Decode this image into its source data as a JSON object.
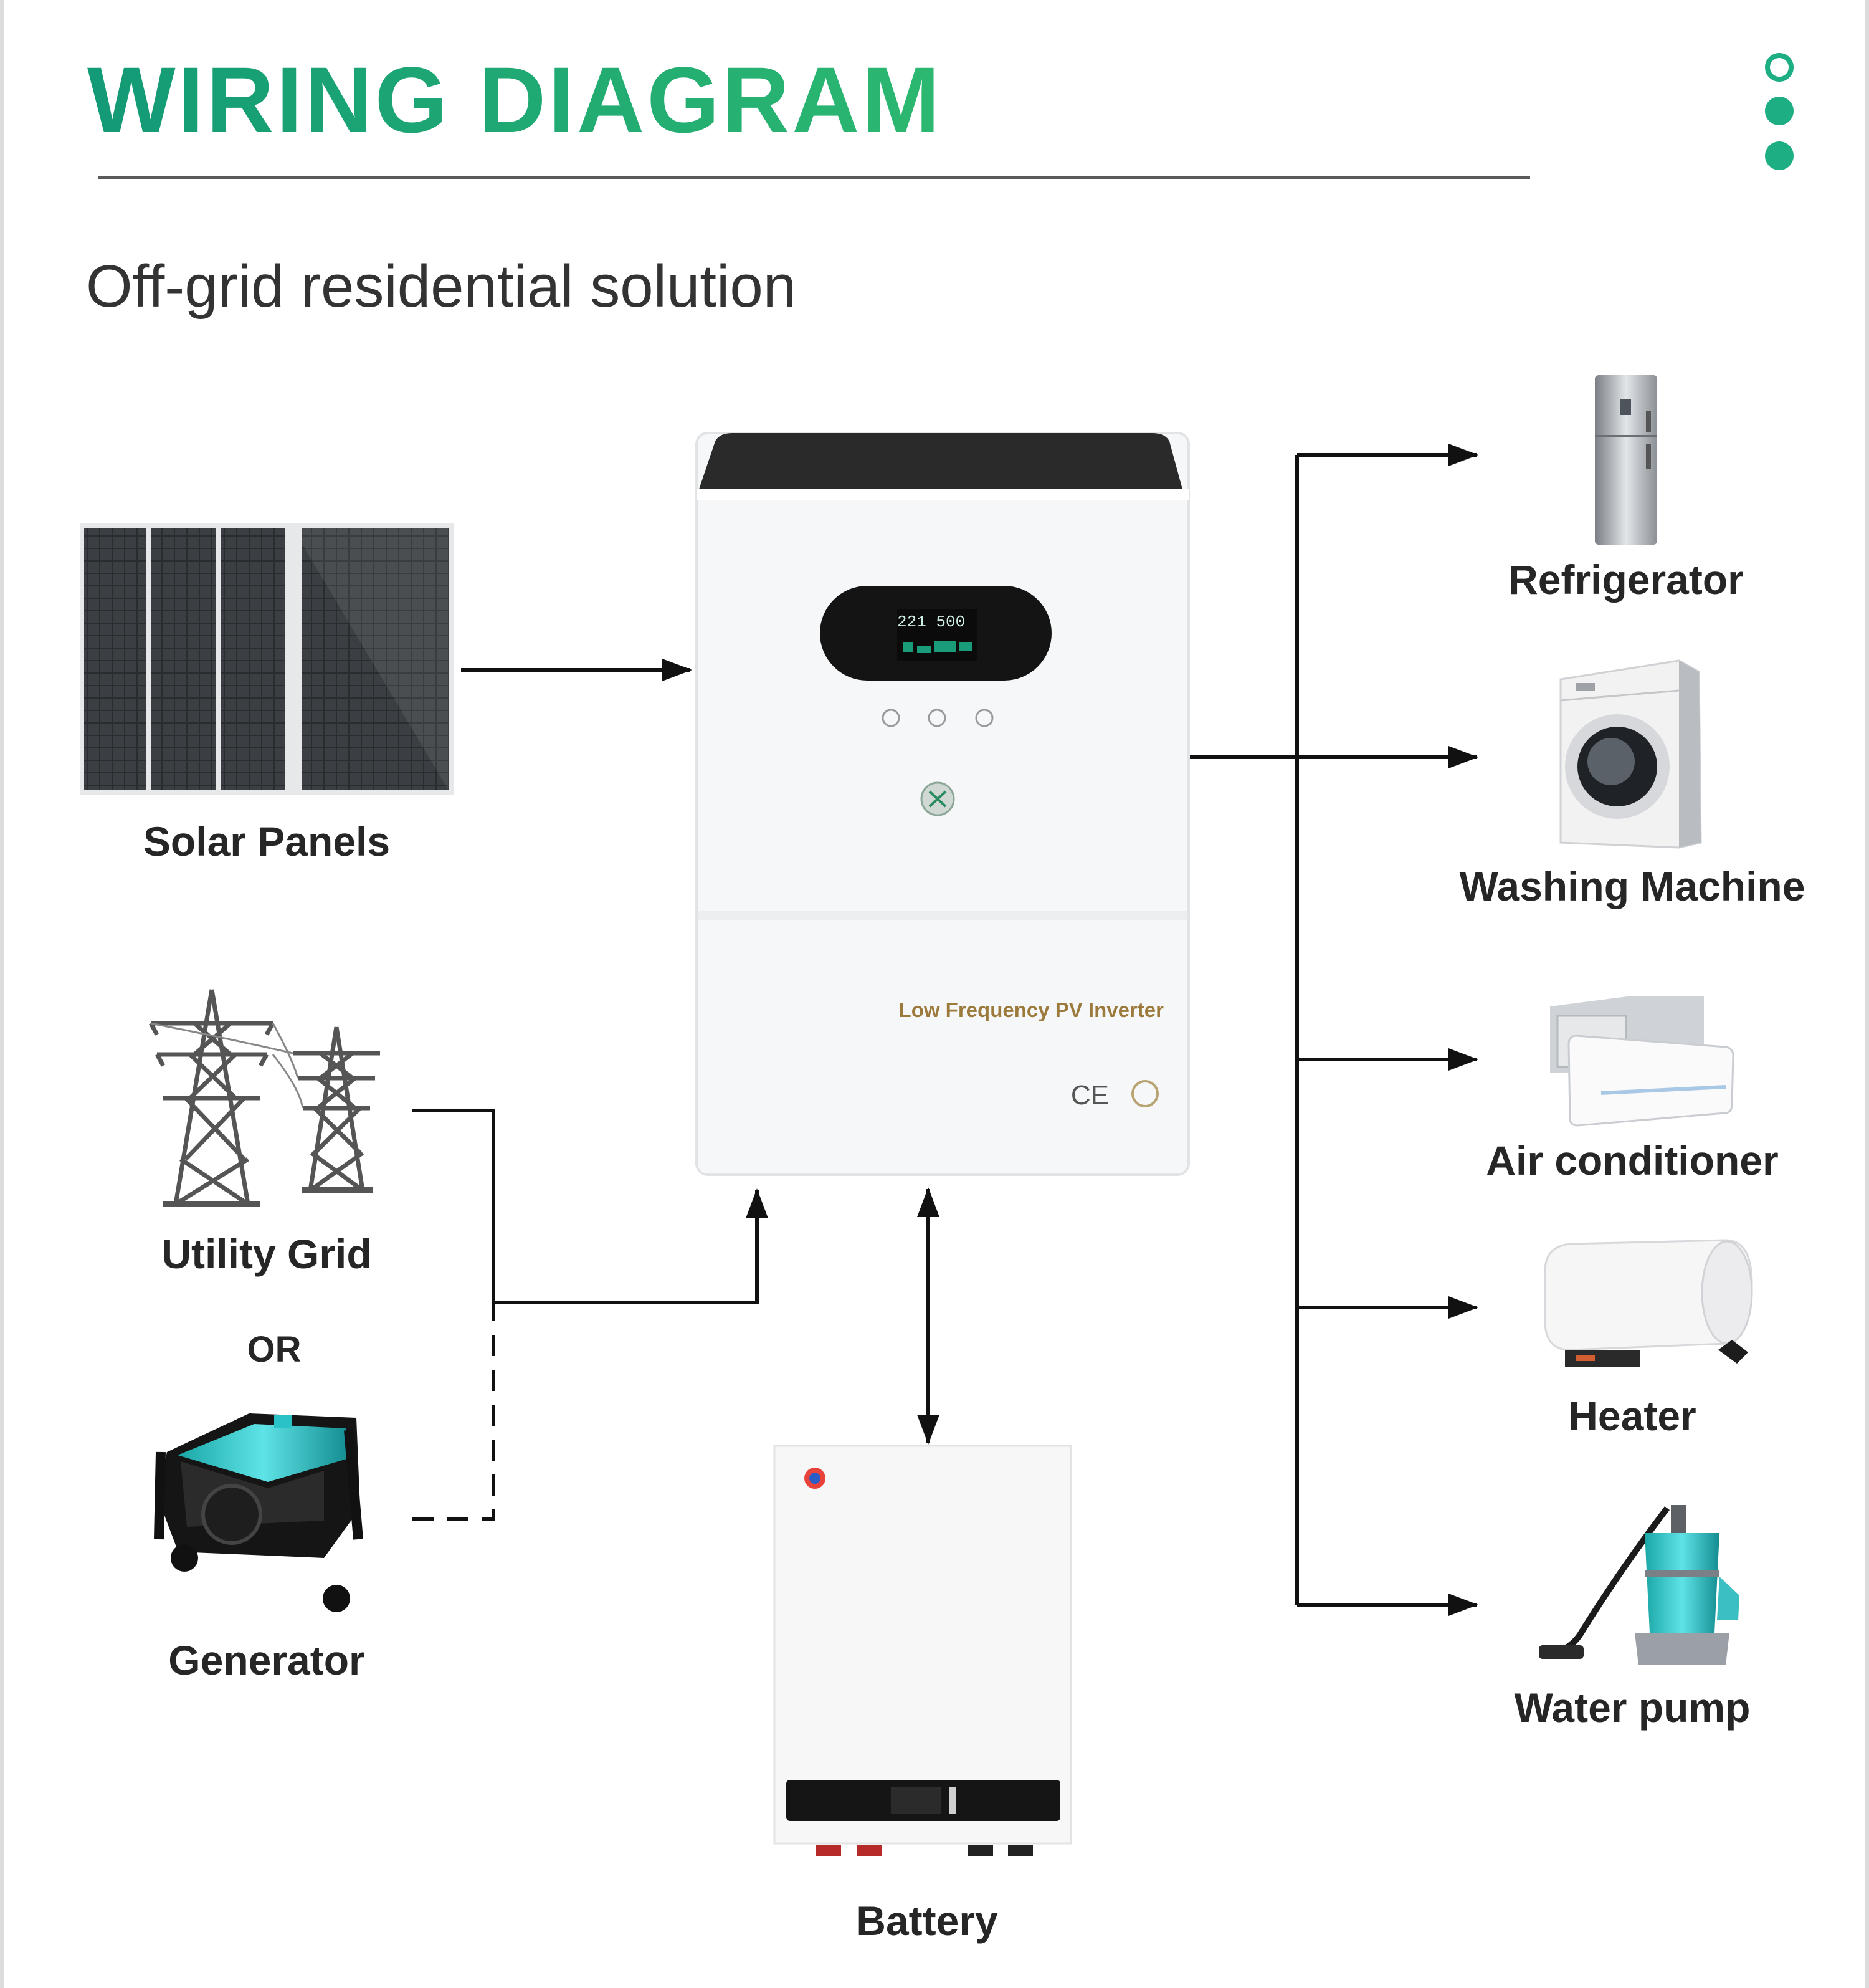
{
  "header": {
    "title": "WIRING DIAGRAM",
    "subtitle": "Off-grid residential solution"
  },
  "colors": {
    "accent": "#1dae84",
    "line": "#111111",
    "text": "#262626"
  },
  "inverter": {
    "model_text": "Low Frequency PV Inverter",
    "display_text": "221 500",
    "cert_text": "CE"
  },
  "sources": {
    "solar": "Solar Panels",
    "grid": "Utility Grid",
    "or": "OR",
    "generator": "Generator"
  },
  "storage": {
    "battery": "Battery"
  },
  "loads": {
    "refrigerator": "Refrigerator",
    "washing_machine": "Washing Machine",
    "air_conditioner": "Air conditioner",
    "heater": "Heater",
    "water_pump": "Water pump"
  }
}
